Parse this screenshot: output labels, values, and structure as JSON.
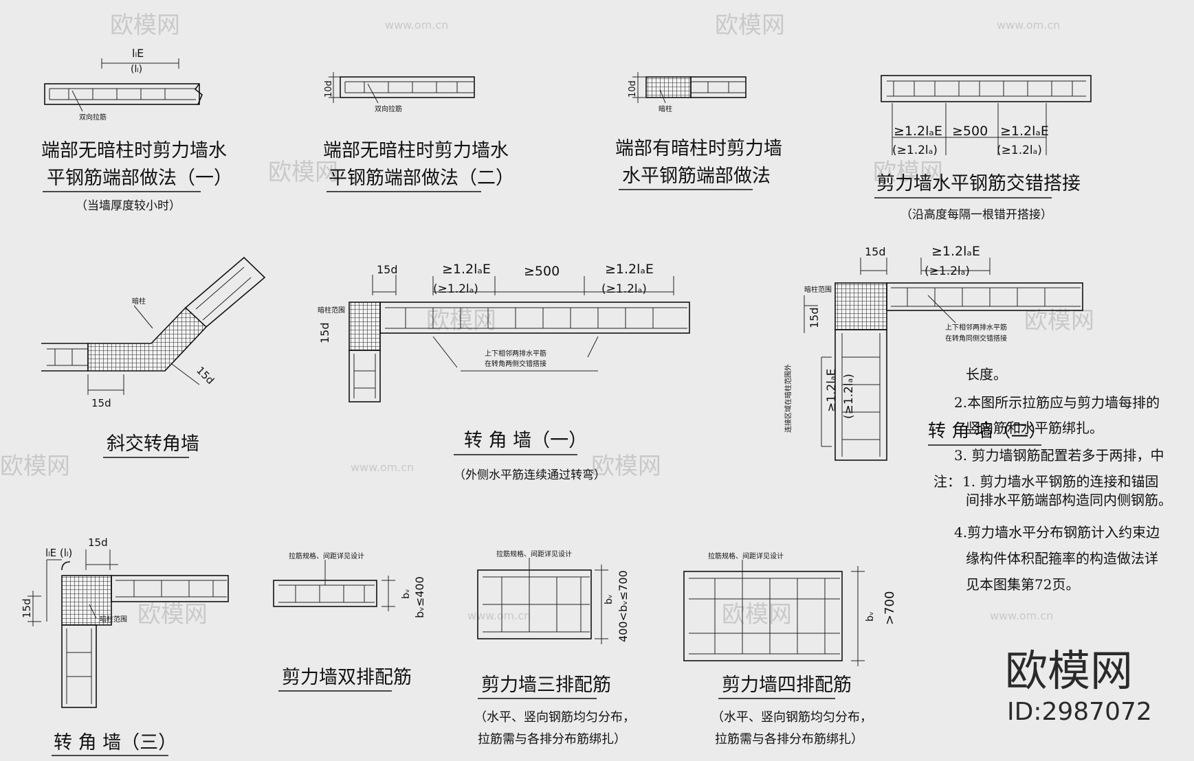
{
  "watermark": {
    "site": "www.om.cn",
    "brand": "欧模网"
  },
  "brand": {
    "name": "欧模网",
    "id": "ID:2987072"
  },
  "diagrams": {
    "d1": {
      "dim_top": "lₗE",
      "dim_top_paren": "(lₗ)",
      "callout": "双向拉筋",
      "title1": "端部无暗柱时剪力墙水",
      "title2": "平钢筋端部做法（一）",
      "note": "（当墙厚度较小时）"
    },
    "d2": {
      "dim_side": "10d",
      "callout": "双向拉筋",
      "title1": "端部无暗柱时剪力墙水",
      "title2": "平钢筋端部做法（二）"
    },
    "d3": {
      "dim_side": "10d",
      "callout": "暗柱",
      "title1": "端部有暗柱时剪力墙",
      "title2": "水平钢筋端部做法"
    },
    "d4": {
      "dim_a": "≥1.2lₐE",
      "dim_b": "≥500",
      "dim_c": "≥1.2lₐE",
      "dim_a2": "(≥1.2lₐ)",
      "dim_c2": "(≥1.2lₐ)",
      "title": "剪力墙水平钢筋交错搭接",
      "note": "（沿高度每隔一根错开搭接）"
    },
    "d5": {
      "callout": "暗柱",
      "dim1": "15d",
      "dim2": "15d",
      "title": "斜交转角墙"
    },
    "d6": {
      "dim_15d_top": "15d",
      "dim_15d_side": "15d",
      "dim_a": "≥1.2lₐE",
      "dim_a2": "(≥1.2lₐ)",
      "dim_b": "≥500",
      "dim_c": "≥1.2lₐE",
      "dim_c2": "(≥1.2lₐ)",
      "callout_col": "暗柱范围",
      "callout_lap1": "上下相邻两排水平筋",
      "callout_lap2": "在转角两侧交错搭接",
      "title": "转 角 墙（一）",
      "note": "（外侧水平筋连续通过转弯）"
    },
    "d7": {
      "dim_15d_top": "15d",
      "dim_15d_side": "15d",
      "dim_a": "≥1.2lₐE",
      "dim_a2": "(≥1.2lₐ)",
      "dim_v1": "≥1.2lₐE",
      "dim_v2": "(≥1.2lₐ)",
      "callout_col": "暗柱范围",
      "callout_lap1": "上下相邻两排水平筋",
      "callout_lap2": "在转角同侧交错搭接",
      "vertical_note": "连接区域在暗柱范围外",
      "title": "转 角 墙（二）"
    },
    "notes": {
      "prefix": "注：",
      "line0": "1. 剪力墙水平钢筋的连接和锚固",
      "line1": "长度。",
      "line2": "2.本图所示拉筋应与剪力墙每排的",
      "line3": "竖向筋和水平筋绑扎。",
      "line4": "3. 剪力墙钢筋配置若多于两排，中",
      "line5": "间排水平筋端部构造同内侧钢筋。",
      "line6": "4.剪力墙水平分布钢筋计入约束边",
      "line7": "缘构件体积配箍率的构造做法详",
      "line8": "见本图集第72页。"
    },
    "d8": {
      "dim_top": "lₗE (lₗ)",
      "dim_15d_top": "15d",
      "dim_15d_side": "15d",
      "callout": "暗柱范围",
      "title": "转 角 墙（三）"
    },
    "d9": {
      "callout": "拉筋规格、间距详见设计",
      "dim_bw": "bᵥ",
      "dim_range": "bᵥ≤400",
      "title": "剪力墙双排配筋"
    },
    "d10": {
      "callout": "拉筋规格、间距详见设计",
      "dim_bw": "bᵥ",
      "dim_range": "400<bᵥ≤700",
      "title": "剪力墙三排配筋",
      "note1": "（水平、竖向钢筋均匀分布，",
      "note2": "拉筋需与各排分布筋绑扎）"
    },
    "d11": {
      "callout": "拉筋规格、间距详见设计",
      "dim_bw": "bᵥ",
      "dim_range": ">700",
      "title": "剪力墙四排配筋",
      "note1": "（水平、竖向钢筋均匀分布，",
      "note2": "拉筋需与各排分布筋绑扎）"
    }
  }
}
